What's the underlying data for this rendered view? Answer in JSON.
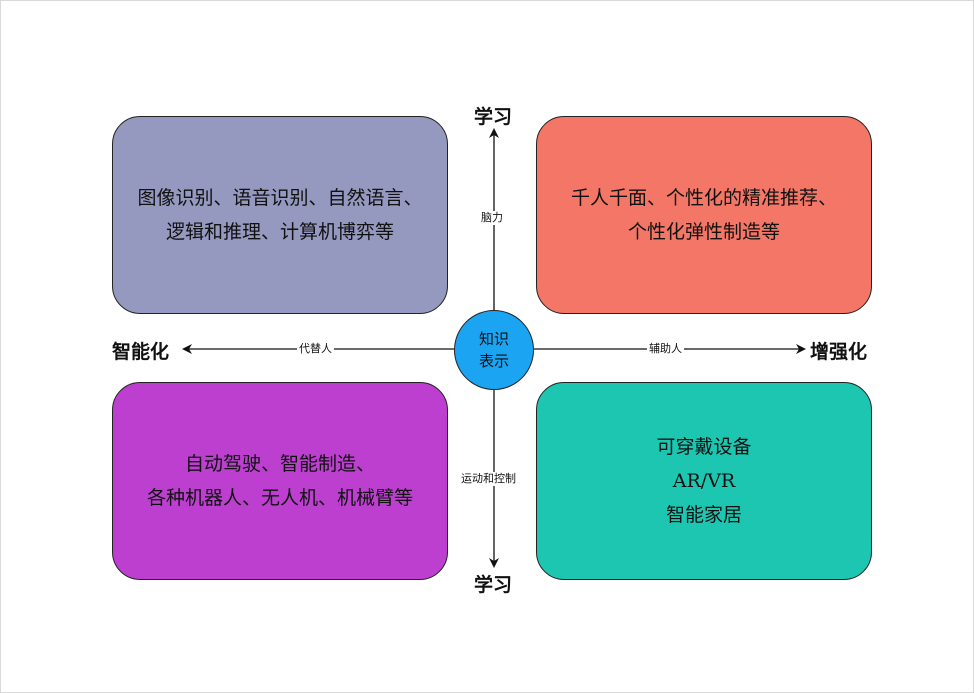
{
  "colors": {
    "top_left": "#9598bf",
    "top_right": "#f47666",
    "bottom_left": "#bc3fd0",
    "bottom_right": "#1dc6b1",
    "center": "#1ba4f2"
  },
  "center": {
    "line1": "知识",
    "line2": "表示"
  },
  "axes": {
    "top_label": "学习",
    "bottom_label": "学习",
    "left_label": "智能化",
    "right_label": "增强化",
    "top_mid": "脑力",
    "bottom_mid": "运动和控制",
    "left_mid": "代替人",
    "right_mid": "辅助人"
  },
  "quadrants": {
    "top_left": {
      "lines": [
        "图像识别、语音识别、自然语言、",
        "逻辑和推理、计算机博弈等"
      ]
    },
    "top_right": {
      "lines": [
        "千人千面、个性化的精准推荐、",
        "个性化弹性制造等"
      ]
    },
    "bottom_left": {
      "lines": [
        "自动驾驶、智能制造、",
        "各种机器人、无人机、机械臂等"
      ]
    },
    "bottom_right": {
      "lines": [
        "可穿戴设备",
        "AR/VR",
        "智能家居"
      ]
    }
  }
}
